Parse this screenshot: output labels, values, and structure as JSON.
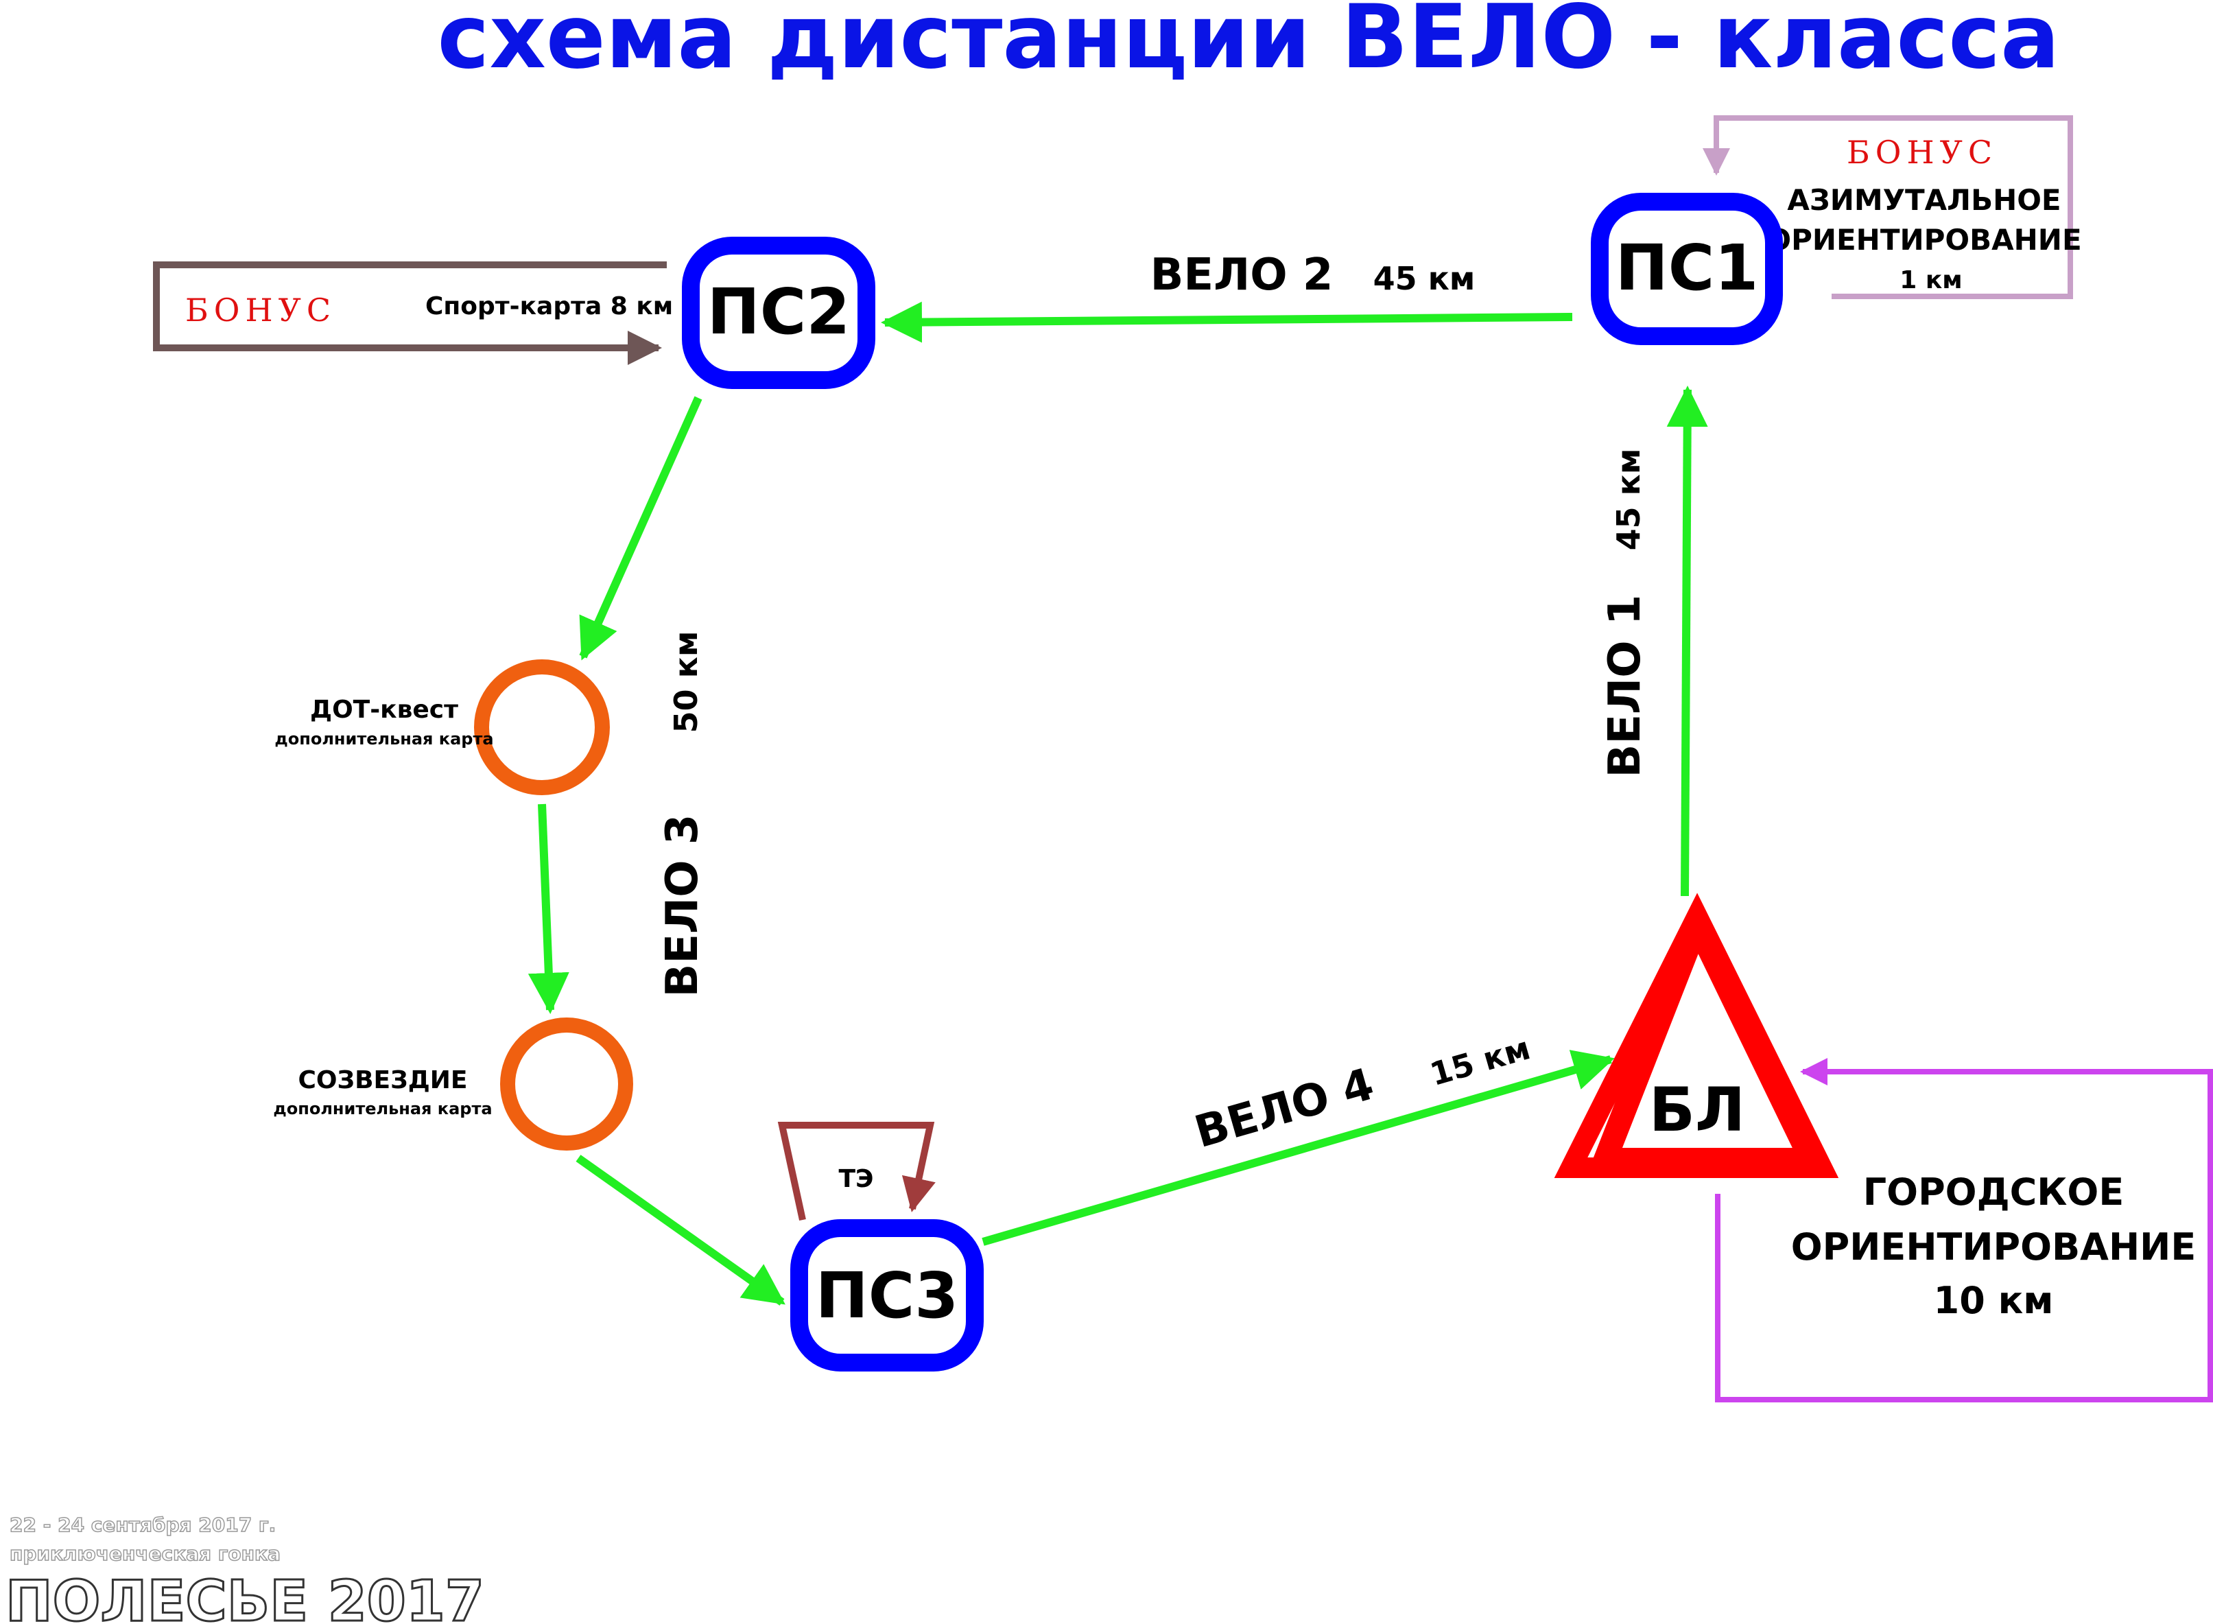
{
  "title": "схема дистанции ВЕЛО - класса",
  "nodes": {
    "ps1": "ПС1",
    "ps2": "ПС2",
    "ps3": "ПС3",
    "bl": "БЛ"
  },
  "legs": {
    "velo1": {
      "label": "ВЕЛО 1",
      "distance": "45 км"
    },
    "velo2": {
      "label": "ВЕЛО 2",
      "distance": "45 км"
    },
    "velo3": {
      "label": "ВЕЛО 3",
      "distance": "50 км"
    },
    "velo4": {
      "label": "ВЕЛО 4",
      "distance": "15 км"
    }
  },
  "bonus_ps1": {
    "bonus": "БОНУС",
    "line1": "АЗИМУТАЛЬНОЕ",
    "line2": "ОРИЕНТИРОВАНИЕ",
    "line3": "1 км"
  },
  "bonus_ps2": {
    "bonus": "БОНУС",
    "text": "Спорт-карта  8 км"
  },
  "checkpoints": {
    "dot": {
      "name": "ДОТ-квест",
      "sub": "дополнительная карта"
    },
    "sozvezdie": {
      "name": "СОЗВЕЗДИЕ",
      "sub": "дополнительная карта"
    }
  },
  "te": "ТЭ",
  "city": {
    "line1": "ГОРОДСКОЕ",
    "line2": "ОРИЕНТИРОВАНИЕ",
    "line3": "10 км"
  },
  "footer": {
    "dates": "22 - 24 сентября 2017 г.",
    "race": "приключенческая гонка",
    "brand": "ПОЛЕСЬЕ 2017"
  },
  "colors": {
    "title": "#0a14e6",
    "station_border": "#0000ff",
    "route": "#22ee22",
    "checkpoint": "#f06010",
    "base_camp": "#ff0000",
    "bonus_ps1_frame": "#c8a0c8",
    "bonus_ps2_frame": "#6e5656",
    "te_frame": "#a03c3c",
    "city_frame": "#cc44ee"
  }
}
